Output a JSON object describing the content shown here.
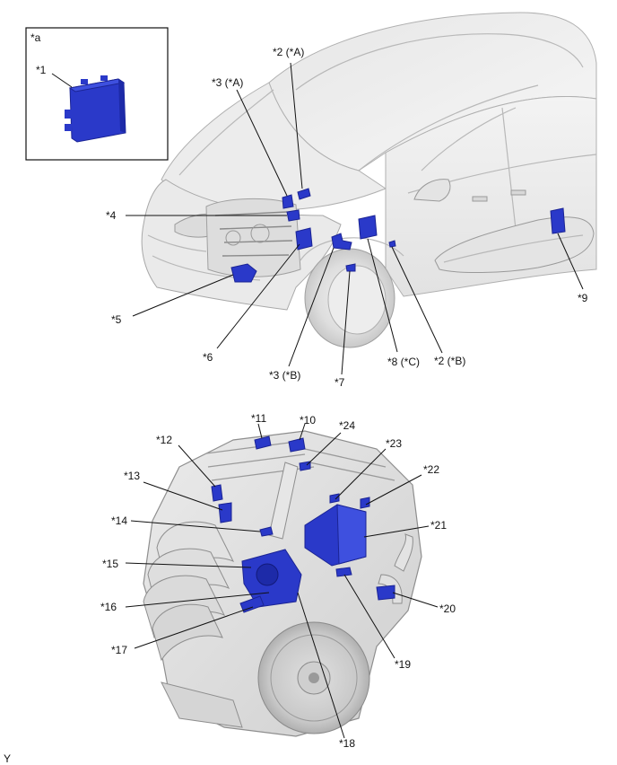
{
  "inset": {
    "title": "*a"
  },
  "labels": [
    {
      "id": "1",
      "text": "*1"
    },
    {
      "id": "2A",
      "text": "*2 (*A)"
    },
    {
      "id": "3A",
      "text": "*3 (*A)"
    },
    {
      "id": "4",
      "text": "*4"
    },
    {
      "id": "5",
      "text": "*5"
    },
    {
      "id": "6",
      "text": "*6"
    },
    {
      "id": "3B",
      "text": "*3 (*B)"
    },
    {
      "id": "7",
      "text": "*7"
    },
    {
      "id": "8C",
      "text": "*8 (*C)"
    },
    {
      "id": "2B",
      "text": "*2 (*B)"
    },
    {
      "id": "9",
      "text": "*9"
    },
    {
      "id": "11",
      "text": "*11"
    },
    {
      "id": "10",
      "text": "*10"
    },
    {
      "id": "24",
      "text": "*24"
    },
    {
      "id": "12",
      "text": "*12"
    },
    {
      "id": "23",
      "text": "*23"
    },
    {
      "id": "22",
      "text": "*22"
    },
    {
      "id": "13",
      "text": "*13"
    },
    {
      "id": "14",
      "text": "*14"
    },
    {
      "id": "21",
      "text": "*21"
    },
    {
      "id": "15",
      "text": "*15"
    },
    {
      "id": "16",
      "text": "*16"
    },
    {
      "id": "20",
      "text": "*20"
    },
    {
      "id": "17",
      "text": "*17"
    },
    {
      "id": "19",
      "text": "*19"
    },
    {
      "id": "18",
      "text": "*18"
    }
  ],
  "footer": {
    "code": "Y"
  }
}
